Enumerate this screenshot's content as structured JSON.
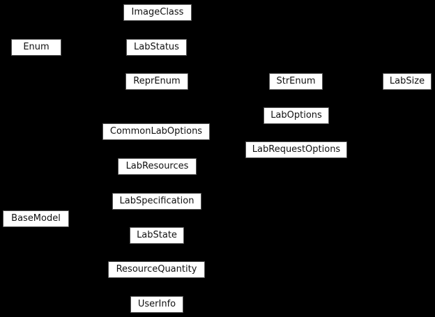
{
  "diagram": {
    "type": "class-inheritance-diagram",
    "background_color": "#000000",
    "node_fill_color": "#ffffff",
    "node_border_color": "#555555",
    "node_text_color": "#111111",
    "nodes": [
      {
        "label": "ImageClass"
      },
      {
        "label": "Enum"
      },
      {
        "label": "LabStatus"
      },
      {
        "label": "ReprEnum"
      },
      {
        "label": "StrEnum"
      },
      {
        "label": "LabSize"
      },
      {
        "label": "LabOptions"
      },
      {
        "label": "CommonLabOptions"
      },
      {
        "label": "LabRequestOptions"
      },
      {
        "label": "LabResources"
      },
      {
        "label": "LabSpecification"
      },
      {
        "label": "BaseModel"
      },
      {
        "label": "LabState"
      },
      {
        "label": "ResourceQuantity"
      },
      {
        "label": "UserInfo"
      }
    ]
  }
}
